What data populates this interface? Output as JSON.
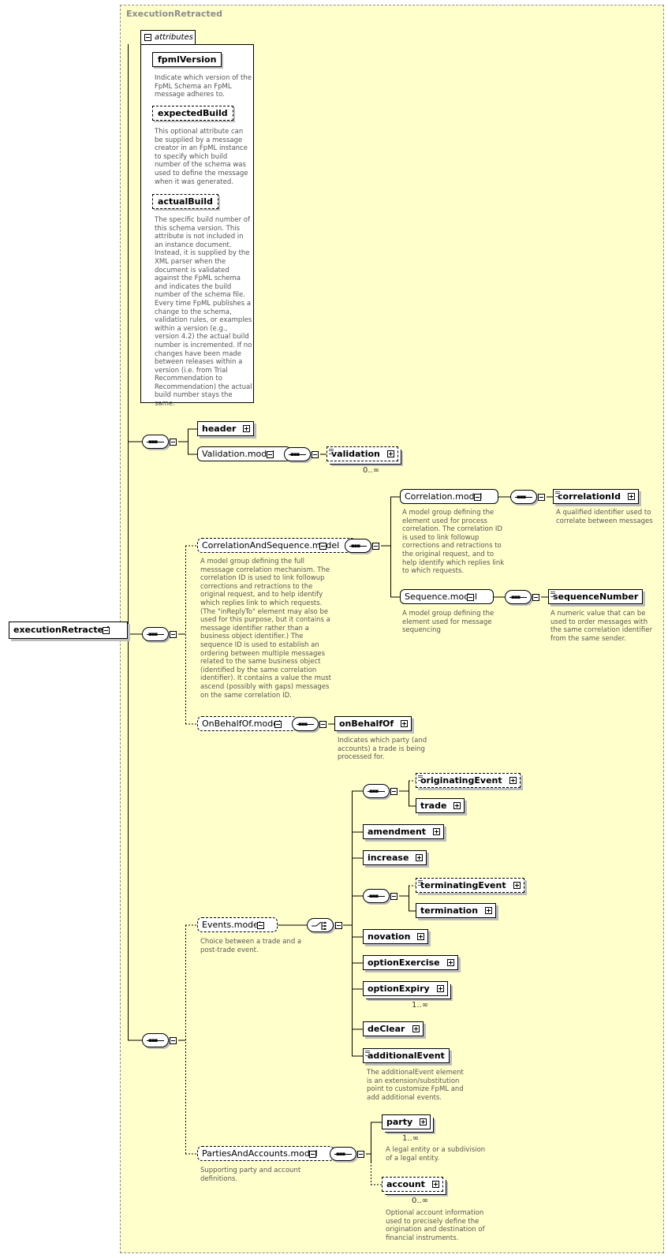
{
  "diagram": {
    "type": "xml-schema-diagram",
    "frame_title": "ExecutionRetracted",
    "root": {
      "label": "executionRetracted"
    },
    "attributes": {
      "heading": "attributes",
      "items": [
        {
          "name": "fpmlVersion",
          "optional": false,
          "doc": "Indicate which version of the FpML Schema an FpML message adheres to."
        },
        {
          "name": "expectedBuild",
          "optional": true,
          "doc": "This optional attribute can be supplied by a message creator in an FpML instance to specify which build number of the schema was used to define the message when it was generated."
        },
        {
          "name": "actualBuild",
          "optional": true,
          "doc": "The specific build number of this schema version. This attribute is not included in an instance document. Instead, it is supplied by the XML parser when the document is validated against the FpML schema and indicates the build number of the schema file. Every time FpML publishes a change to the schema, validation rules, or examples within a version (e.g., version 4.2) the actual build number is incremented. If no changes have been made between releases within a version (i.e. from Trial Recommendation to Recommendation) the actual build number stays the same."
        }
      ]
    },
    "nodes": {
      "header": "header",
      "validation_model": "Validation.model",
      "validation": "validation",
      "validation_card": "0..∞",
      "corr_seq_model": "CorrelationAndSequence.model",
      "corr_seq_doc": "A model group defining the full messsage correlation mechanism. The correlation ID is used to link followup corrections and retractions to the original request, and to help identify which replies link to which requests. (The \"inReplyTo\" element may also be used for this purpose, but it contains a message identifier rather than a business object identifier.) The sequence ID is used to establish an ordering between multiple messages related to the same business object (identified by the same correlation identifier). It contains a value the must ascend (possibly with gaps) messages on the same correlation ID.",
      "correlation_model": "Correlation.model",
      "correlation_doc": "A model group defining the element used for process correlation. The correlation ID is used to link followup corrections and retractions to the original request, and to help identify which replies link to which requests.",
      "correlation_id": "correlationId",
      "correlation_id_doc": "A qualified identifier used to correlate between messages",
      "sequence_model": "Sequence.model",
      "sequence_doc": "A model group defining the element used for message sequencing",
      "sequence_number": "sequenceNumber",
      "sequence_number_doc": "A numeric value that can be used to order messages with the same correlation identifier from the same sender.",
      "on_behalf_model": "OnBehalfOf.model",
      "on_behalf_of": "onBehalfOf",
      "on_behalf_doc": "Indicates which party (and accounts) a trade is being processed for.",
      "events_model": "Events.model",
      "events_doc": "Choice between a trade and a post-trade event.",
      "originating_event": "originatingEvent",
      "trade": "trade",
      "amendment": "amendment",
      "increase": "increase",
      "terminating_event": "terminatingEvent",
      "termination": "termination",
      "novation": "novation",
      "option_exercise": "optionExercise",
      "option_expiry": "optionExpiry",
      "option_expiry_card": "1..∞",
      "de_clear": "deClear",
      "additional_event": "additionalEvent",
      "additional_event_doc": "The additionalEvent element is an extension/substitution point to customize FpML and add additional events.",
      "parties_model": "PartiesAndAccounts.model",
      "parties_doc": "Supporting party and account definitions.",
      "party": "party",
      "party_card": "1..∞",
      "party_doc": "A legal entity or a subdivision of a legal entity.",
      "account": "account",
      "account_card": "0..∞",
      "account_doc": "Optional account information used to precisely define the origination and destination of financial instruments."
    }
  }
}
